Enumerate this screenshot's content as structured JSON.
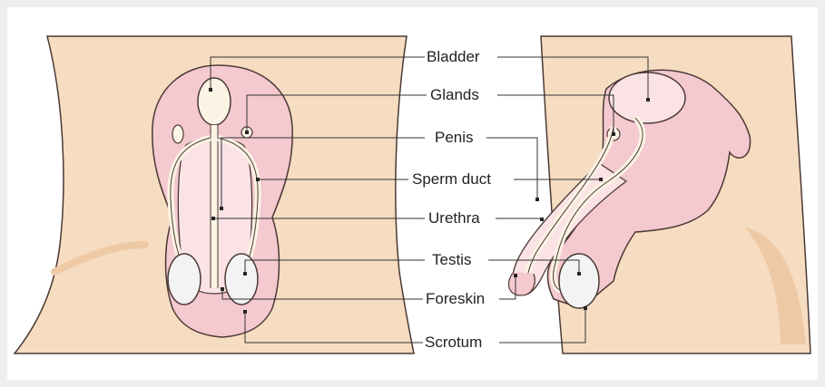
{
  "colors": {
    "skin": "#f6dcc0",
    "skin_shadow": "#eec9a6",
    "organ_pink": "#f4c9cf",
    "organ_pink_light": "#fbe3e5",
    "tube_cream": "#fbf3e4",
    "testis_white": "#f3f3f3",
    "outline": "#4a3a35",
    "leader_line": "#333333"
  },
  "labels": {
    "bladder": "Bladder",
    "glands": "Glands",
    "penis": "Penis",
    "sperm_duct": "Sperm duct",
    "urethra": "Urethra",
    "testis": "Testis",
    "foreskin": "Foreskin",
    "scrotum": "Scrotum"
  }
}
